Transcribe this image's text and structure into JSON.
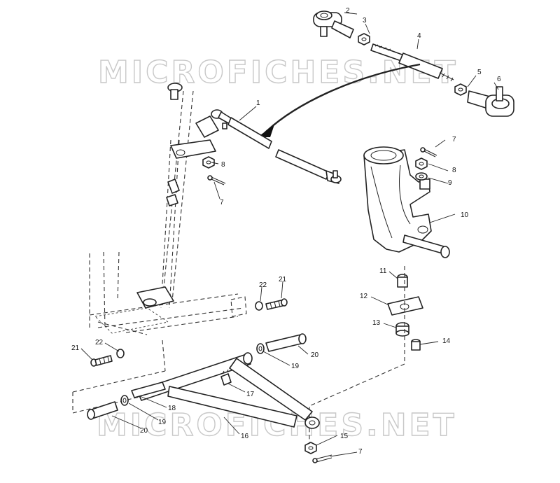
{
  "watermark": {
    "top": "MICROFICHES.NET",
    "bottom": "MICROFICHES.NET"
  },
  "callouts": [
    {
      "id": "c2",
      "label": "2"
    },
    {
      "id": "c3",
      "label": "3"
    },
    {
      "id": "c4",
      "label": "4"
    },
    {
      "id": "c5",
      "label": "5"
    },
    {
      "id": "c6",
      "label": "6"
    },
    {
      "id": "c1",
      "label": "1"
    },
    {
      "id": "c8a",
      "label": "8"
    },
    {
      "id": "c7a",
      "label": "7"
    },
    {
      "id": "c7b",
      "label": "7"
    },
    {
      "id": "c8b",
      "label": "8"
    },
    {
      "id": "c9",
      "label": "9"
    },
    {
      "id": "c10",
      "label": "10"
    },
    {
      "id": "c11",
      "label": "11"
    },
    {
      "id": "c12",
      "label": "12"
    },
    {
      "id": "c13",
      "label": "13"
    },
    {
      "id": "c14",
      "label": "14"
    },
    {
      "id": "c22a",
      "label": "22"
    },
    {
      "id": "c21a",
      "label": "21"
    },
    {
      "id": "c22b",
      "label": "22"
    },
    {
      "id": "c21b",
      "label": "21"
    },
    {
      "id": "c20a",
      "label": "20"
    },
    {
      "id": "c19a",
      "label": "19"
    },
    {
      "id": "c17",
      "label": "17"
    },
    {
      "id": "c18",
      "label": "18"
    },
    {
      "id": "c19b",
      "label": "19"
    },
    {
      "id": "c20b",
      "label": "20"
    },
    {
      "id": "c16",
      "label": "16"
    },
    {
      "id": "c15",
      "label": "15"
    },
    {
      "id": "c7c",
      "label": "7"
    }
  ]
}
